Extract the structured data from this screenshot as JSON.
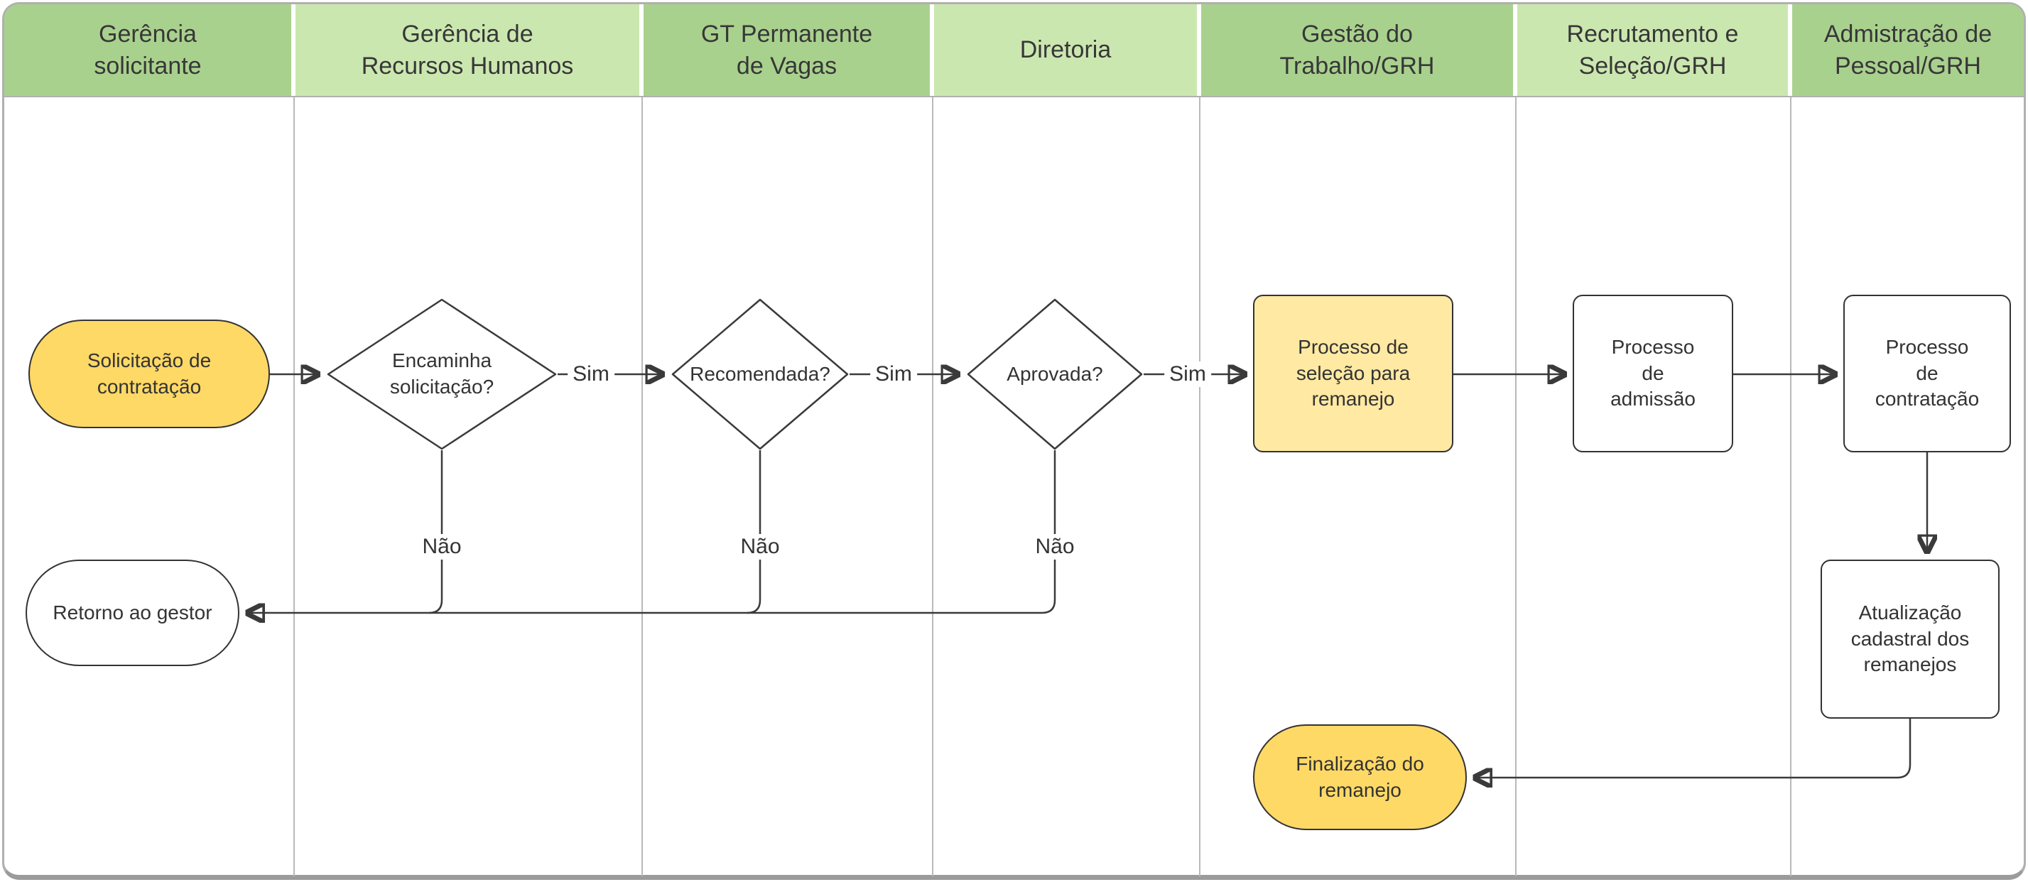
{
  "diagram_type": "swimlane-flowchart",
  "colors": {
    "lane_dark_green": "#a9d18e",
    "lane_light_green": "#cbe7b0",
    "terminator_yellow": "#ffd966",
    "process_light_yellow": "#ffe9a3",
    "shape_white": "#ffffff",
    "line_dark": "#3a3a3a",
    "lane_border_gray": "#b0b0b0",
    "text": "#333333"
  },
  "lanes": [
    {
      "label": "Gerência\nsolicitante",
      "shade": "dark"
    },
    {
      "label": "Gerência de\nRecursos Humanos",
      "shade": "light"
    },
    {
      "label": "GT Permanente\nde Vagas",
      "shade": "dark"
    },
    {
      "label": "Diretoria",
      "shade": "light"
    },
    {
      "label": "Gestão do\nTrabalho/GRH",
      "shade": "dark"
    },
    {
      "label": "Recrutamento e\nSeleção/GRH",
      "shade": "light"
    },
    {
      "label": "Admistração de\nPessoal/GRH",
      "shade": "dark"
    }
  ],
  "nodes": {
    "start": {
      "label": "Solicitação de\ncontratação",
      "shape": "terminator",
      "fill": "#ffd966",
      "lane": "Gerência solicitante"
    },
    "d1": {
      "label": "Encaminha\nsolicitação?",
      "shape": "decision",
      "fill": "#ffffff",
      "lane": "Gerência de Recursos Humanos"
    },
    "d2": {
      "label": "Recomendada?",
      "shape": "decision",
      "fill": "#ffffff",
      "lane": "GT Permanente de Vagas"
    },
    "d3": {
      "label": "Aprovada?",
      "shape": "decision",
      "fill": "#ffffff",
      "lane": "Diretoria"
    },
    "selecao": {
      "label": "Processo de\nseleção para\nremanejo",
      "shape": "process",
      "fill": "#ffe9a3",
      "lane": "Gestão do Trabalho/GRH"
    },
    "admissao": {
      "label": "Processo\nde\nadmissão",
      "shape": "process",
      "fill": "#ffffff",
      "lane": "Recrutamento e Seleção/GRH"
    },
    "contratacao": {
      "label": "Processo\nde\ncontratação",
      "shape": "process",
      "fill": "#ffffff",
      "lane": "Admistração de Pessoal/GRH"
    },
    "atualizacao": {
      "label": "Atualização\ncadastral dos\nremanejos",
      "shape": "process",
      "fill": "#ffffff",
      "lane": "Admistração de Pessoal/GRH"
    },
    "retorno": {
      "label": "Retorno ao gestor",
      "shape": "terminator",
      "fill": "#ffffff",
      "lane": "Gerência solicitante"
    },
    "finalizacao": {
      "label": "Finalização do\nremanejo",
      "shape": "terminator",
      "fill": "#ffd966",
      "lane": "Gestão do Trabalho/GRH"
    }
  },
  "edge_labels": {
    "sim1": "Sim",
    "sim2": "Sim",
    "sim3": "Sim",
    "nao1": "Não",
    "nao2": "Não",
    "nao3": "Não"
  },
  "edges": [
    {
      "from": "start",
      "to": "d1"
    },
    {
      "from": "d1",
      "to": "d2",
      "label": "Sim"
    },
    {
      "from": "d1",
      "to": "retorno",
      "label": "Não"
    },
    {
      "from": "d2",
      "to": "d3",
      "label": "Sim"
    },
    {
      "from": "d2",
      "to": "retorno",
      "label": "Não"
    },
    {
      "from": "d3",
      "to": "selecao",
      "label": "Sim"
    },
    {
      "from": "d3",
      "to": "retorno",
      "label": "Não"
    },
    {
      "from": "selecao",
      "to": "admissao"
    },
    {
      "from": "admissao",
      "to": "contratacao"
    },
    {
      "from": "contratacao",
      "to": "atualizacao"
    },
    {
      "from": "atualizacao",
      "to": "finalizacao"
    }
  ]
}
